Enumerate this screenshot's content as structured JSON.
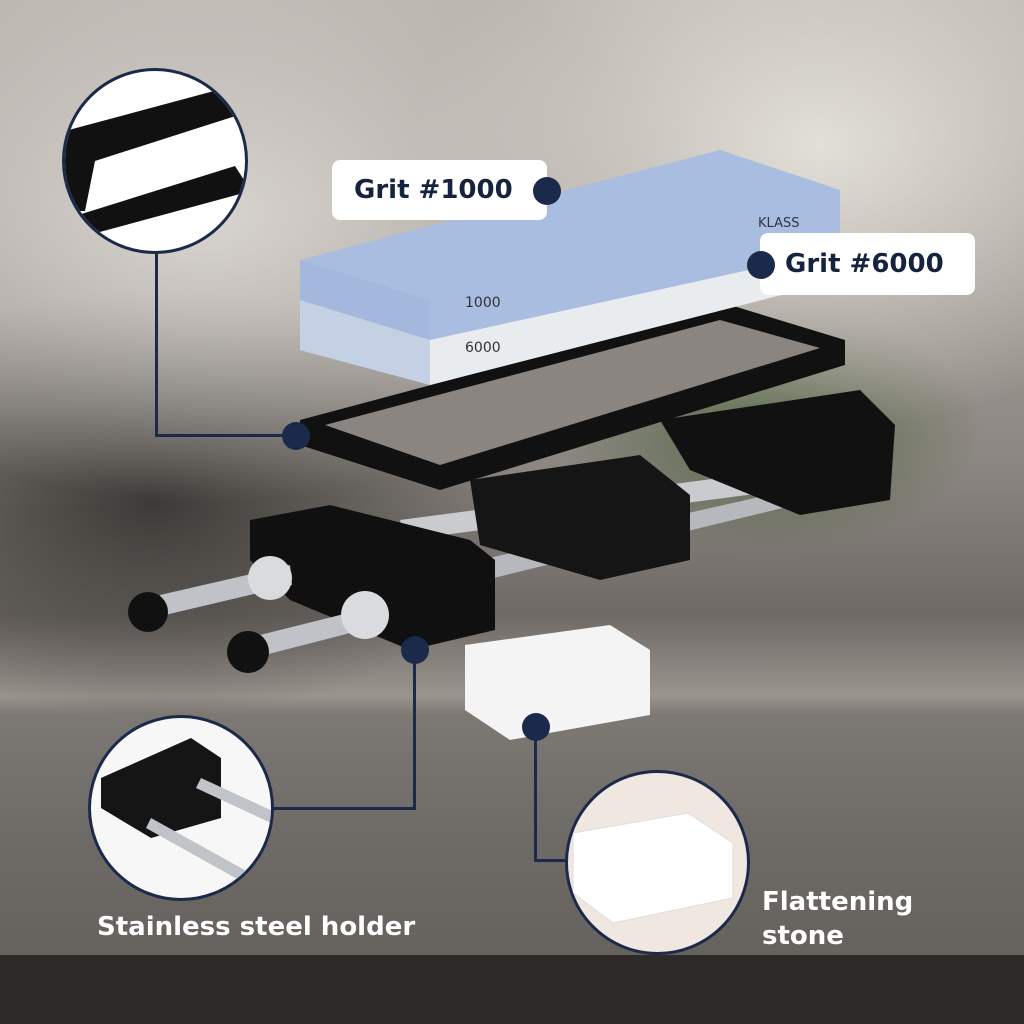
{
  "labels": {
    "grit1000": "Grit #1000",
    "grit6000": "Grit #6000",
    "holder": "Stainless steel holder",
    "flattening": "Flattening stone"
  },
  "stone": {
    "top_text": "1000",
    "bottom_text": "6000",
    "brand": "KLASS"
  },
  "colors": {
    "accent": "#1b2a4a",
    "stone_blue": "#a9bde0",
    "stone_white": "#e9ecef"
  }
}
